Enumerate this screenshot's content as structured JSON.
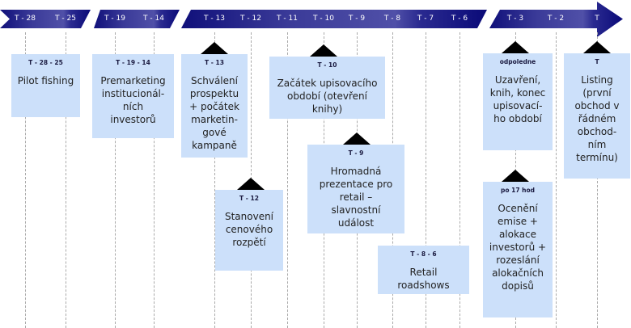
{
  "colors": {
    "band_dark": "#10107a",
    "band_light": "#5050a8",
    "box": "#cce0fa"
  },
  "ticks": [
    "T - 28",
    "T - 25",
    "T - 19",
    "T - 14",
    "T - 13",
    "T - 12",
    "T - 11",
    "T - 10",
    "T - 9",
    "T - 8",
    "T - 7",
    "T - 6",
    "T - 3",
    "T - 2",
    "T"
  ],
  "boxes": [
    {
      "label": "T - 28 - 25",
      "text": "Pilot fishing"
    },
    {
      "label": "T - 19 - 14",
      "text": "Premarketing\ninstitucionál-\nních\ninvestorů"
    },
    {
      "label": "T - 13",
      "text": "Schválení\nprospektu\n+ počátek\nmarketin-\ngové\nkampaně"
    },
    {
      "label": "T - 12",
      "text": "Stanovení\ncenového\nrozpětí"
    },
    {
      "label": "T - 10",
      "text": "Začátek upisovacího\nobdobí (otevření\nknihy)"
    },
    {
      "label": "T - 9",
      "text": "Hromadná\nprezentace pro\nretail –\nslavnostní\nudálost"
    },
    {
      "label": "T - 8 - 6",
      "text": "Retail\nroadshows"
    },
    {
      "label": "odpoledne",
      "text": "Uzavření,\nknih, konec\nupisovací-\nho období"
    },
    {
      "label": "po 17 hod",
      "text": "Ocenění\nemise +\nalokace\ninvestorů +\nrozeslání\nalokačních\ndopisů"
    },
    {
      "label": "T",
      "text": "Listing\n(první\nobchod v\nřádném\nobchod-\nním\ntermínu)"
    }
  ]
}
